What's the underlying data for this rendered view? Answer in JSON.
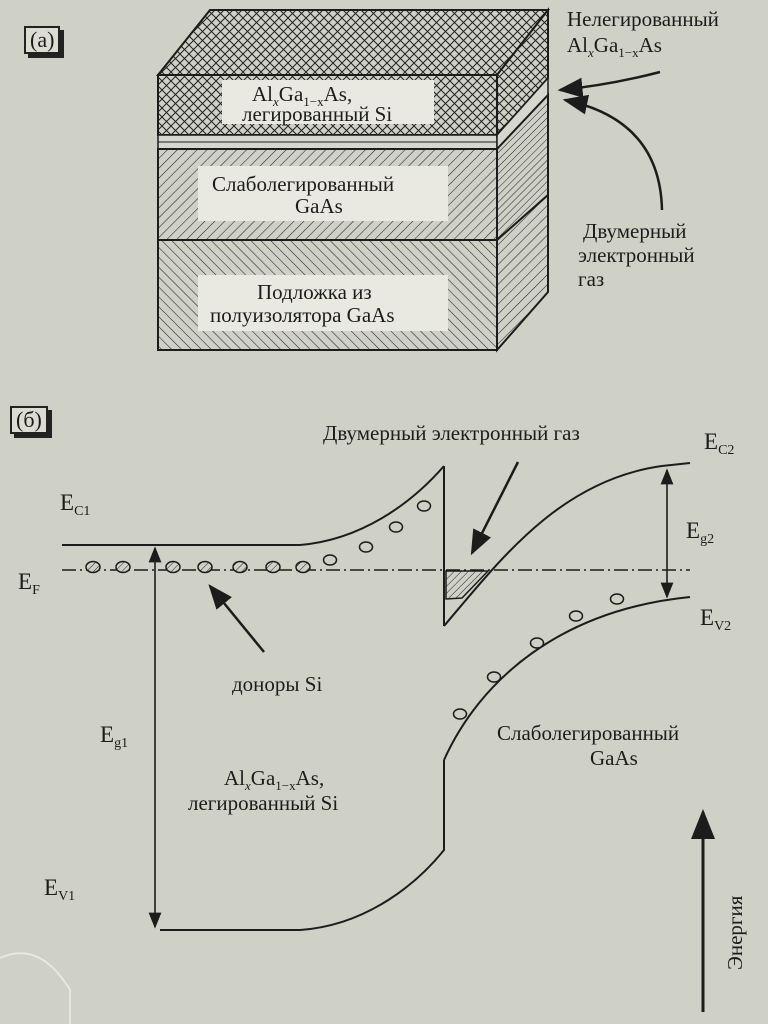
{
  "panel_a": {
    "tag": "(а)",
    "layer_top_line1_main": "Al",
    "layer_top_line1_sub1": "x",
    "layer_top_line1_mid": "Ga",
    "layer_top_line1_sub2": "1−x",
    "layer_top_line1_end": "As,",
    "layer_top_line2": "легированный Si",
    "layer_mid_line1": "Слаболегированный",
    "layer_mid_line2": "GaAs",
    "layer_bottom_line1": "Подложка из",
    "layer_bottom_line2": "полуизолятора GaAs",
    "ann_undoped_line1": "Нелегированный",
    "ann_undoped_line2_main": "Al",
    "ann_undoped_line2_sub1": "x",
    "ann_undoped_line2_mid": "Ga",
    "ann_undoped_line2_sub2": "1−x",
    "ann_undoped_line2_end": "As",
    "ann_2deg_line1": "Двумерный",
    "ann_2deg_line2": "электронный",
    "ann_2deg_line3": "газ"
  },
  "panel_b": {
    "tag": "(б)",
    "title_2deg": "Двумерный электронный газ",
    "ec1_main": "E",
    "ec1_sub": "C1",
    "ef_main": "E",
    "ef_sub": "F",
    "ev1_main": "E",
    "ev1_sub": "V1",
    "eg1_main": "E",
    "eg1_sub": "g1",
    "ec2_main": "E",
    "ec2_sub": "C2",
    "eg2_main": "E",
    "eg2_sub": "g2",
    "ev2_main": "E",
    "ev2_sub": "V2",
    "donors": "доноры Si",
    "left_line1_main": "Al",
    "left_line1_sub1": "x",
    "left_line1_mid": "Ga",
    "left_line1_sub2": "1−x",
    "left_line1_end": "As,",
    "left_line2": "легированный Si",
    "right_line1": "Слаболегированный",
    "right_line2": "GaAs",
    "energy": "Энергия"
  }
}
